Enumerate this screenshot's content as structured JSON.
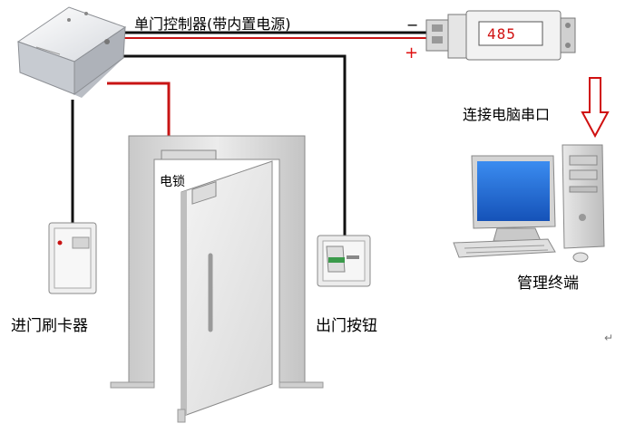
{
  "labels": {
    "controller": "单门控制器(带内置电源)",
    "electric_lock": "电锁",
    "card_reader": "进门刷卡器",
    "exit_button": "出门按钮",
    "serial_port": "连接电脑串口",
    "terminal": "管理终端",
    "converter_display": "485",
    "polarity_minus": "−",
    "polarity_plus": "+",
    "return_mark": "↵"
  },
  "colors": {
    "wire_black": "#111111",
    "wire_red": "#c81414",
    "monitor_screen": "#1f6fd6",
    "display_text": "#d01010"
  },
  "icons": [
    "arrow-down-icon",
    "computer-icon",
    "door-icon",
    "card-reader-icon",
    "exit-button-icon",
    "controller-box-icon",
    "rs485-converter-icon"
  ]
}
